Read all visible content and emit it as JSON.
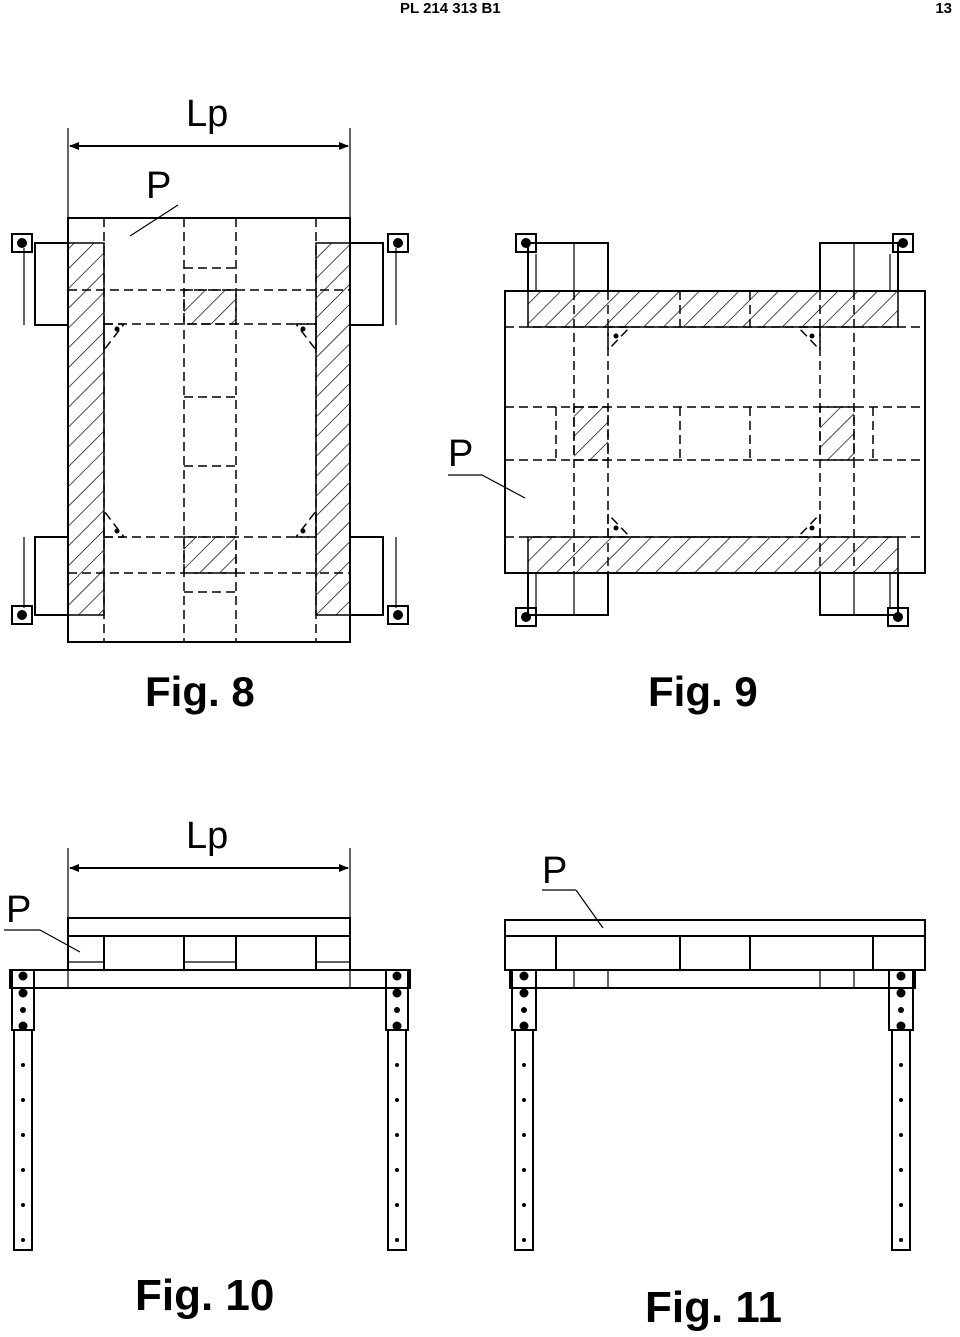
{
  "header": {
    "patent_number": "PL 214 313 B1",
    "page_number": "13"
  },
  "figures": [
    {
      "caption": "Fig. 8",
      "labels": {
        "dimension": "Lp",
        "part": "P"
      }
    },
    {
      "caption": "Fig. 9",
      "labels": {
        "part": "P"
      }
    },
    {
      "caption": "Fig. 10",
      "labels": {
        "dimension": "Lp",
        "part": "P"
      }
    },
    {
      "caption": "Fig. 11",
      "labels": {
        "part": "P"
      }
    }
  ]
}
